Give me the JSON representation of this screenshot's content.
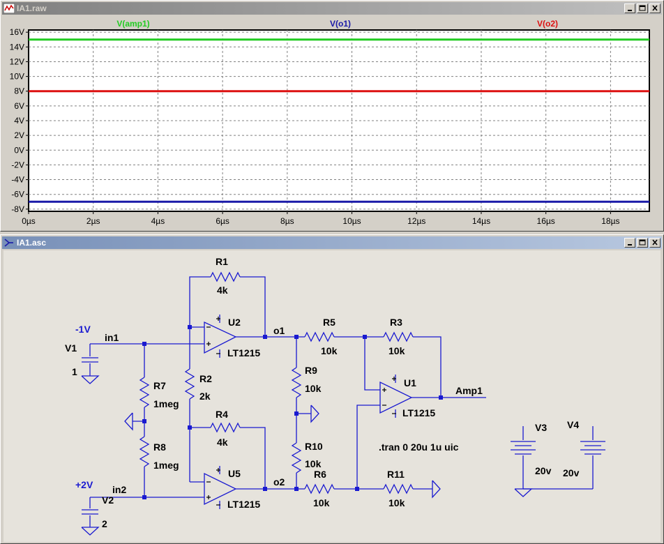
{
  "waveform_window": {
    "title": "IA1.raw",
    "icon": "waveform-icon",
    "buttons": {
      "minimize": "minimize-icon",
      "maximize": "maximize-icon",
      "close": "close-icon"
    }
  },
  "schematic_window": {
    "title": "IA1.asc",
    "icon": "schematic-icon",
    "buttons": {
      "minimize": "minimize-icon",
      "maximize": "maximize-icon",
      "close": "close-icon"
    }
  },
  "chart_data": {
    "type": "line",
    "xlabel": "",
    "ylabel": "",
    "xlim": [
      0,
      19.2
    ],
    "ylim": [
      -8.3,
      16.3
    ],
    "x_ticks": [
      "0µs",
      "2µs",
      "4µs",
      "6µs",
      "8µs",
      "10µs",
      "12µs",
      "14µs",
      "16µs",
      "18µs"
    ],
    "y_ticks": [
      "16V",
      "14V",
      "12V",
      "10V",
      "8V",
      "6V",
      "4V",
      "2V",
      "0V",
      "-2V",
      "-4V",
      "-6V",
      "-8V"
    ],
    "grid": true,
    "legend_placement": "top",
    "series": [
      {
        "name": "V(amp1)",
        "color": "#22cc22",
        "x": [
          0,
          19.2
        ],
        "values": [
          15,
          15
        ]
      },
      {
        "name": "V(o1)",
        "color": "#1a1aa8",
        "x": [
          0,
          19.2
        ],
        "values": [
          -7,
          -7
        ]
      },
      {
        "name": "V(o2)",
        "color": "#dd1111",
        "x": [
          0,
          19.2
        ],
        "values": [
          8,
          8
        ]
      }
    ]
  },
  "schematic": {
    "wire_color": "#1a1ad0",
    "text_color": "#000000",
    "source_value_color": "#1a1ad0",
    "labels": {
      "r1_name": "R1",
      "r1_val": "4k",
      "r2_name": "R2",
      "r2_val": "2k",
      "r3_name": "R3",
      "r3_val": "10k",
      "r4_name": "R4",
      "r4_val": "4k",
      "r5_name": "R5",
      "r5_val": "10k",
      "r6_name": "R6",
      "r6_val": "10k",
      "r7_name": "R7",
      "r7_val": "1meg",
      "r8_name": "R8",
      "r8_val": "1meg",
      "r9_name": "R9",
      "r9_val": "10k",
      "r10_name": "R10",
      "r10_val": "10k",
      "r11_name": "R11",
      "r11_val": "10k",
      "u1_name": "U1",
      "u1_part": "LT1215",
      "u2_name": "U2",
      "u2_part": "LT1215",
      "u5_name": "U5",
      "u5_part": "LT1215",
      "v1_name": "V1",
      "v1_val": "1",
      "v1_display": "-1V",
      "v2_name": "V2",
      "v2_val": "2",
      "v2_display": "+2V",
      "v3_name": "V3",
      "v3_val": "20v",
      "v4_name": "V4",
      "v4_val": "20v",
      "net_in1": "in1",
      "net_in2": "in2",
      "net_o1": "o1",
      "net_o2": "o2",
      "net_amp1": "Amp1",
      "directive": ".tran 0 20u 1u uic"
    }
  }
}
